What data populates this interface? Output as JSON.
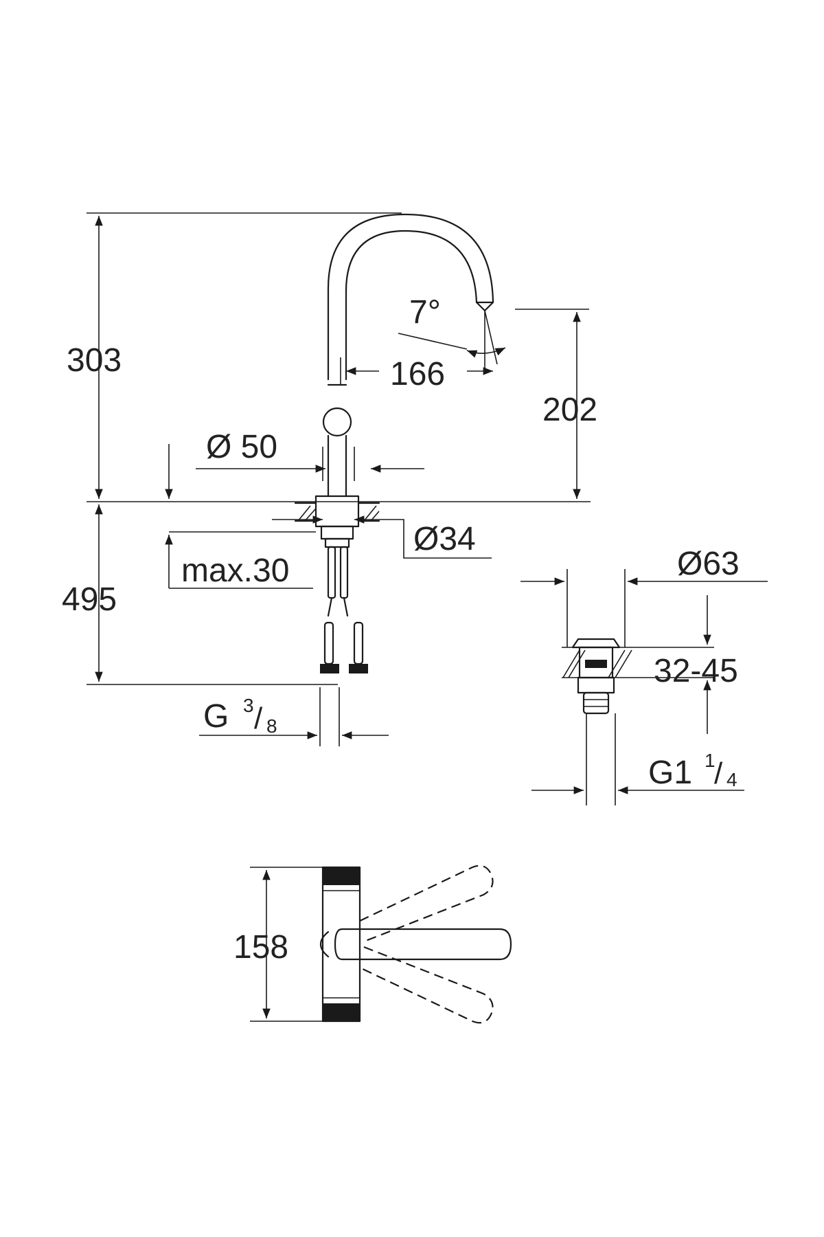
{
  "drawing": {
    "dim_303": "303",
    "dim_495": "495",
    "dim_7deg": "7°",
    "dim_166": "166",
    "dim_202": "202",
    "dim_d50": "Ø 50",
    "dim_d34": "Ø34",
    "dim_max30": "max.30",
    "dim_g38_main": "G",
    "dim_g38_num": "3",
    "dim_g38_den": "8",
    "dim_d63": "Ø63",
    "dim_32_45": "32-45",
    "dim_g114_main": "G1",
    "dim_g114_num": "1",
    "dim_g114_den": "4",
    "dim_158": "158"
  },
  "colors": {
    "line": "#1a1a1a",
    "text": "#222222",
    "background": "#ffffff"
  }
}
